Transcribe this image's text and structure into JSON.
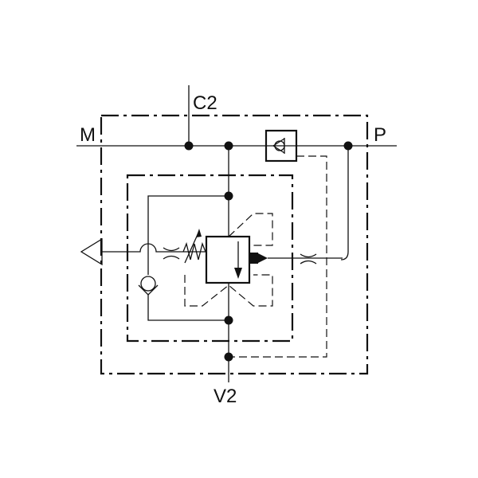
{
  "ports": {
    "m": "M",
    "c2": "C2",
    "p": "P",
    "v2": "V2"
  },
  "colors": {
    "line": "#111111",
    "background": "#ffffff"
  }
}
